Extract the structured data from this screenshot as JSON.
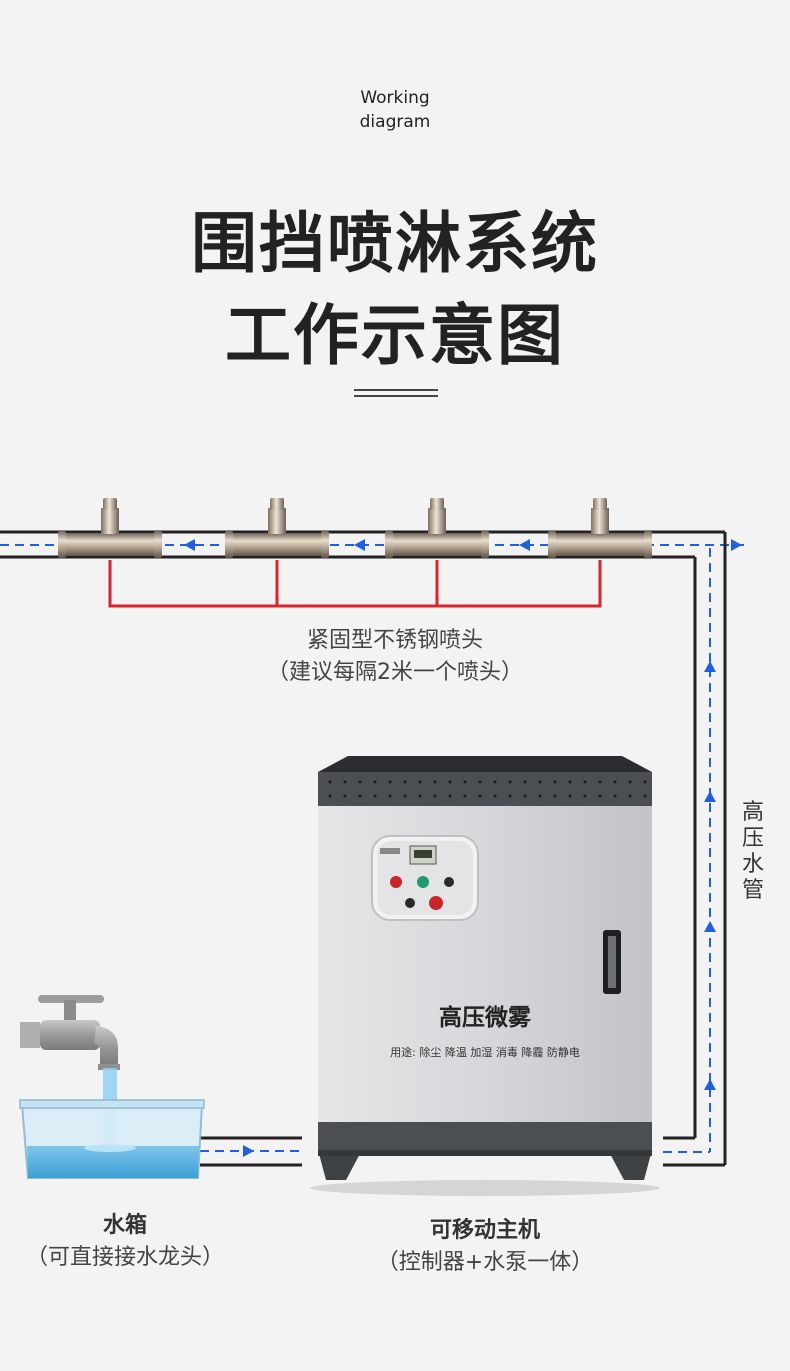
{
  "header": {
    "subtitle_line1": "Working",
    "subtitle_line2": "diagram",
    "title_line1": "围挡喷淋系统",
    "title_line2": "工作示意图"
  },
  "labels": {
    "nozzle_name": "紧固型不锈钢喷头",
    "nozzle_note": "（建议每隔2米一个喷头）",
    "pipe_name": [
      "高",
      "压",
      "水",
      "管"
    ],
    "tank_name": "水箱",
    "tank_note": "（可直接接水龙头）",
    "host_name": "可移动主机",
    "host_note": "（控制器+水泵一体）"
  },
  "cabinet": {
    "brand": "高压微雾",
    "uses": "用途: 除尘 降温 加湿 消毒 降霾 防静电"
  },
  "colors": {
    "flow_arrow": "#1f5fe0",
    "nozzle_link": "#d6262c",
    "pipe": "#222222"
  }
}
